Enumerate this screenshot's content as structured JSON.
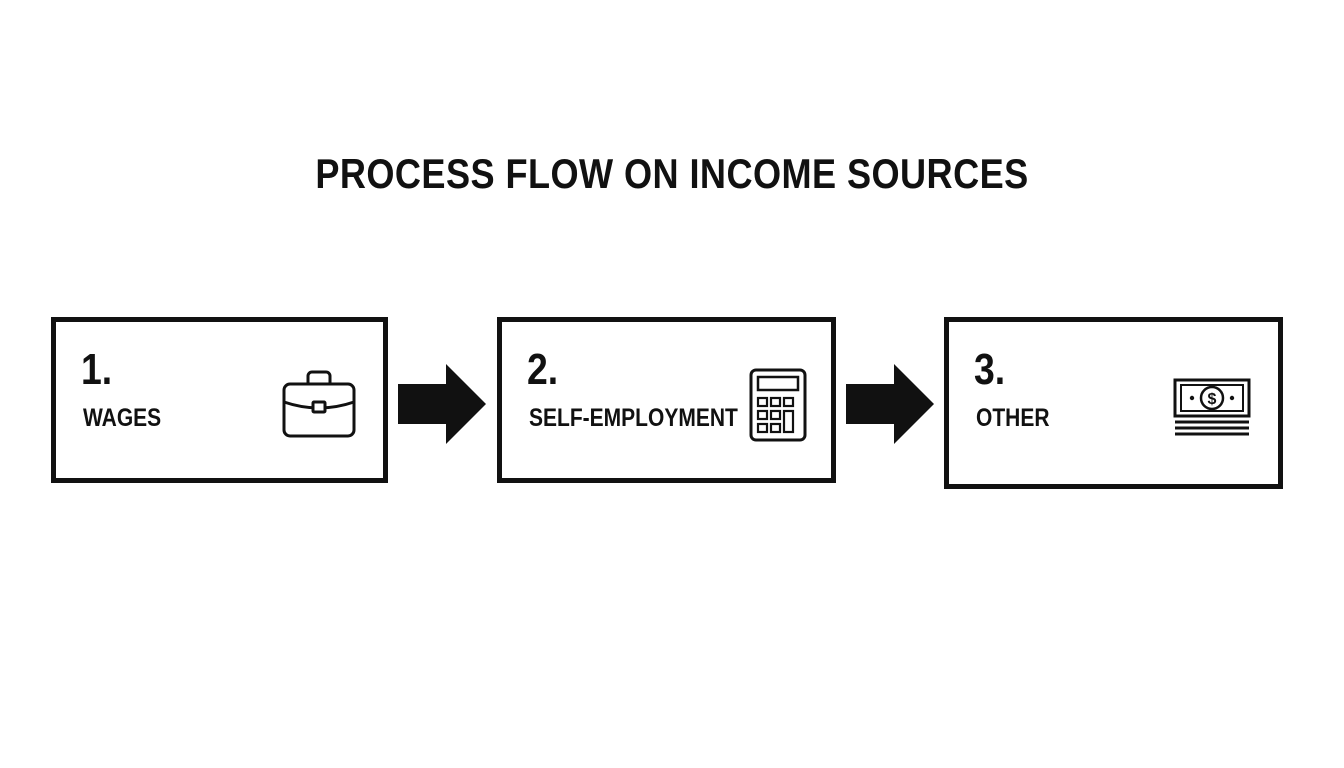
{
  "title": "PROCESS FLOW ON INCOME SOURCES",
  "steps": [
    {
      "number": "1.",
      "label": "WAGES",
      "icon": "briefcase-icon"
    },
    {
      "number": "2.",
      "label": "SELF-EMPLOYMENT",
      "icon": "calculator-icon"
    },
    {
      "number": "3.",
      "label": "OTHER",
      "icon": "money-stack-icon"
    }
  ],
  "colors": {
    "stroke": "#111111",
    "background": "#ffffff"
  }
}
